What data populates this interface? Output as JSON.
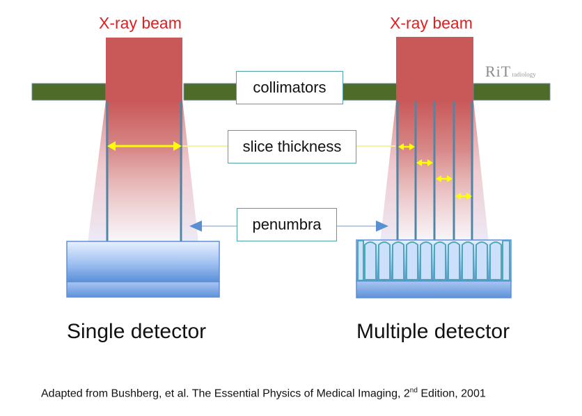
{
  "left_beam_label": "X-ray beam",
  "right_beam_label": "X-ray beam",
  "labels": {
    "collimators": "collimators",
    "slice_thickness": "slice thickness",
    "penumbra": "penumbra"
  },
  "left_detector_label": "Single detector",
  "right_detector_label": "Multiple detector",
  "logo": {
    "main": "RiT",
    "sub": "radiology"
  },
  "caption": {
    "before_sup": "Adapted from Bushberg, et al. The Essential Physics of Medical Imaging, 2",
    "sup": "nd",
    "after_sup": " Edition, 2001"
  },
  "colors": {
    "beam": "#c95858",
    "collimator": "#4f6b2a",
    "detector": "#5b8fd8",
    "septa": "#4f86a8",
    "arrow_yellow": "#ffff00",
    "arrow_blue": "#5a8fd0",
    "label_red": "#e02020"
  }
}
